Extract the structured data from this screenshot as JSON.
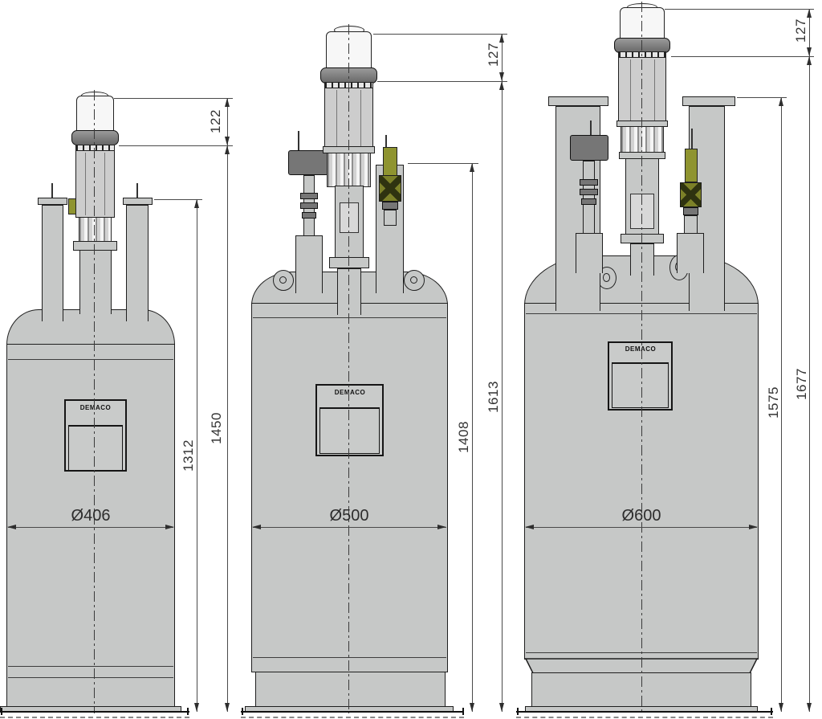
{
  "drawing": {
    "type": "technical-dimension-drawing",
    "subject": "three drum vessels with top-mounted pneumatic piston pumps",
    "units_implied": "mm",
    "colors": {
      "vessel_fill": "#c6c8c7",
      "dark_fitting": "#767676",
      "valve_olive": "#8f9430",
      "outline": "#1f1f1f",
      "dimension_line": "#4a4a4a",
      "dimension_text": "#333333"
    },
    "tanks": [
      {
        "id": "tank-406",
        "diameter": "Ø406",
        "pump_cap_height": "122",
        "inlet_height": "1312",
        "total_height": "1450",
        "nameplate": "DEMACO"
      },
      {
        "id": "tank-500",
        "diameter": "Ø500",
        "pump_cap_height": "127",
        "inlet_height": "1408",
        "total_height": "1613",
        "nameplate": "DEMACO"
      },
      {
        "id": "tank-600",
        "diameter": "Ø600",
        "pump_cap_height": "127",
        "inlet_height": "1575",
        "total_height": "1677",
        "nameplate": "DEMACO"
      }
    ]
  }
}
